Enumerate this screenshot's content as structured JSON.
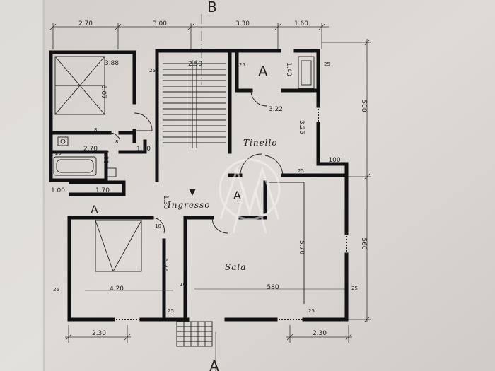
{
  "section_marks": {
    "top": "B",
    "bottom": "A"
  },
  "top_dimensions": [
    "2.70",
    "3.00",
    "3.30",
    "1.60"
  ],
  "bottom_dimensions": [
    "2.30",
    "2.30"
  ],
  "right_dimensions": [
    "500",
    "560"
  ],
  "rooms": {
    "tinello": "Tinello",
    "ingresso": "Ingresso",
    "sala": "Sala"
  },
  "room_markers": [
    "A",
    "A",
    "A"
  ],
  "inner_dimensions": {
    "bedroom_width": "3.88",
    "bedroom_height": "3.07",
    "stair_width": "2.50",
    "kitchen_height": "1.40",
    "tinello_width": "3.22",
    "tinello_height": "3.25",
    "bath_width": "2.70",
    "bath_height": "1.00",
    "hall_width": "1.10",
    "closet_width": "1.70",
    "left_left": "1.00",
    "entry_height": "1.30",
    "bedroom2_height": "3.40",
    "bedroom2_width": "4.20",
    "sala_width": "580",
    "sala_height": "5.70",
    "right_step": "100"
  },
  "wall_marks": [
    "25",
    "25",
    "25",
    "25",
    "25",
    "25",
    "25",
    "25",
    "25",
    "10",
    "10",
    "8",
    "8"
  ]
}
